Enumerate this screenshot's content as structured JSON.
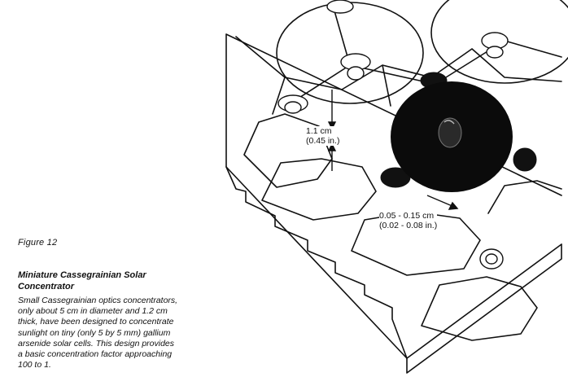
{
  "figure": {
    "label": "Figure 12",
    "title_line1": "Miniature Cassegrainian Solar",
    "title_line2": "Concentrator",
    "body_lines": [
      "Small Cassegrainian optics concentrators,",
      "only about 5 cm in diameter and 1.2 cm",
      "thick, have been designed to concentrate",
      "sunlight on tiny (only 5 by 5 mm) gallium",
      "arsenide solar cells.  This design provides",
      "a basic concentration factor approaching",
      "100 to 1."
    ]
  },
  "dimensions": {
    "height_cm": "1.1 cm",
    "height_in": "(0.45 in.)",
    "gap_cm": "0.05 - 0.15 cm",
    "gap_in": "(0.02 - 0.08 in.)"
  }
}
